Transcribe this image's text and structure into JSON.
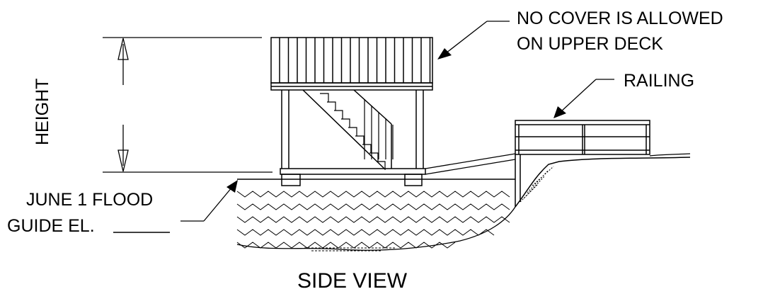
{
  "labels": {
    "cover_note_line1": "NO COVER IS ALLOWED",
    "cover_note_line2": "ON UPPER DECK",
    "railing": "RAILING",
    "height": "HEIGHT",
    "flood_line1": "JUNE 1 FLOOD",
    "flood_line2": "GUIDE EL.",
    "view_title": "SIDE VIEW"
  },
  "colors": {
    "line": "#000000",
    "background": "#ffffff"
  }
}
